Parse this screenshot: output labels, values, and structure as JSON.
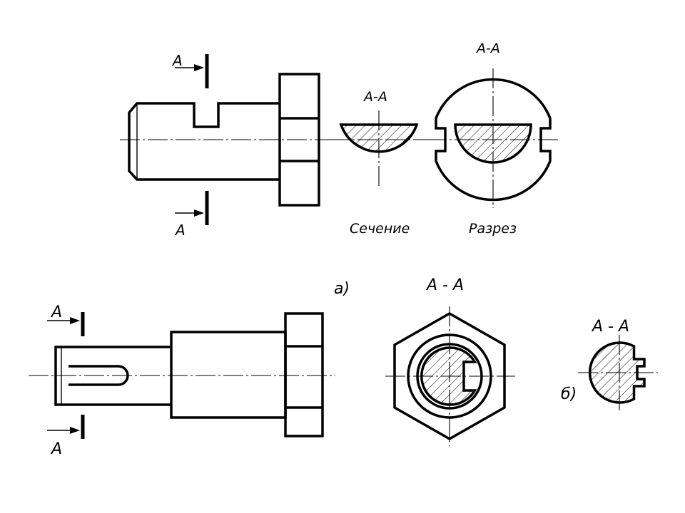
{
  "figure_a": {
    "cut_letter_top": "A",
    "cut_letter_bottom": "A",
    "section_title": "А-А",
    "cut_title": "А-А",
    "section_caption": "Сечение",
    "cut_caption": "Разрез",
    "panel_label": "а)"
  },
  "figure_b": {
    "cut_letter_top": "A",
    "cut_letter_bottom": "A",
    "nut_section_title": "А - А",
    "shaft_section_title": "А - А",
    "panel_label": "б)"
  }
}
